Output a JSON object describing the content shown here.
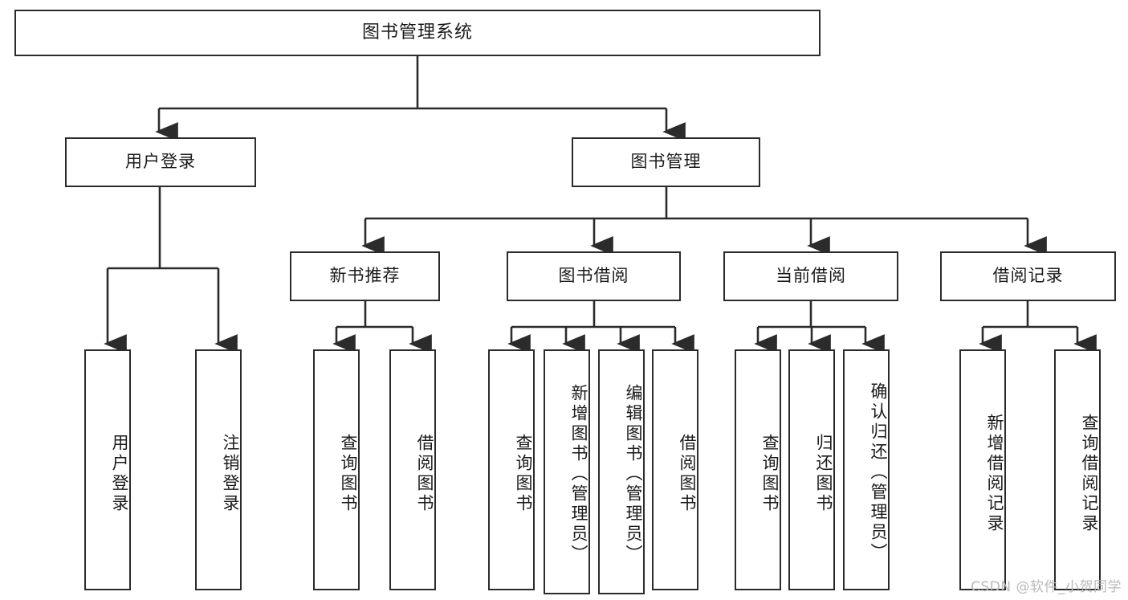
{
  "diagram": {
    "title": "图书管理系统",
    "type": "tree",
    "levels": 4,
    "root": {
      "id": "root",
      "label": "图书管理系统",
      "orientation": "horizontal"
    },
    "level1": [
      {
        "id": "user-login",
        "label": "用户登录",
        "orientation": "horizontal"
      },
      {
        "id": "book-manage",
        "label": "图书管理",
        "orientation": "horizontal"
      }
    ],
    "level2": [
      {
        "id": "new-book-recommend",
        "label": "新书推荐",
        "orientation": "horizontal",
        "parent": "book-manage"
      },
      {
        "id": "book-borrow",
        "label": "图书借阅",
        "orientation": "horizontal",
        "parent": "book-manage"
      },
      {
        "id": "current-borrow",
        "label": "当前借阅",
        "orientation": "horizontal",
        "parent": "book-manage"
      },
      {
        "id": "borrow-record",
        "label": "借阅记录",
        "orientation": "horizontal",
        "parent": "book-manage"
      }
    ],
    "leaves": [
      {
        "id": "leaf-user-login",
        "label": "用户登录",
        "parent": "user-login"
      },
      {
        "id": "leaf-logout-login",
        "label": "注销登录",
        "parent": "user-login"
      },
      {
        "id": "leaf-query-book-1",
        "label": "查询图书",
        "parent": "new-book-recommend"
      },
      {
        "id": "leaf-borrow-book-1",
        "label": "借阅图书",
        "parent": "new-book-recommend"
      },
      {
        "id": "leaf-query-book-2",
        "label": "查询图书",
        "parent": "book-borrow"
      },
      {
        "id": "leaf-add-book",
        "label": "新增图书（管理员）",
        "parent": "book-borrow"
      },
      {
        "id": "leaf-edit-book",
        "label": "编辑图书（管理员）",
        "parent": "book-borrow"
      },
      {
        "id": "leaf-borrow-book-2",
        "label": "借阅图书",
        "parent": "book-borrow"
      },
      {
        "id": "leaf-query-book-3",
        "label": "查询图书",
        "parent": "current-borrow"
      },
      {
        "id": "leaf-return-book",
        "label": "归还图书",
        "parent": "current-borrow"
      },
      {
        "id": "leaf-confirm-return",
        "label": "确认归还（管理员）",
        "parent": "current-borrow"
      },
      {
        "id": "leaf-add-record",
        "label": "新增借阅记录",
        "parent": "borrow-record"
      },
      {
        "id": "leaf-query-record",
        "label": "查询借阅记录",
        "parent": "borrow-record"
      }
    ]
  },
  "watermark": {
    "text": "CSDN @软件_小贺同学"
  },
  "colors": {
    "border": "#2b2b2b",
    "background": "#ffffff",
    "text": "#1a1a1a",
    "connector": "#2b2b2b",
    "watermark": "#b9b9b9"
  }
}
